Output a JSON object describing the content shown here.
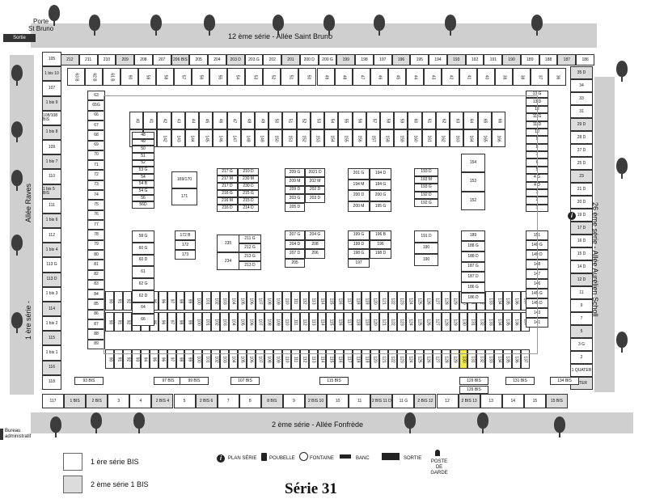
{
  "title": "Série 31",
  "roads": {
    "top": "12 ème série - Allée Saint Bruno",
    "bottom": "2 ème série - Allée Fonfrède",
    "left_vertical": "1 ère série -",
    "left_vertical2": "Allée Raves",
    "right_vertical": "26 ème série - Allée Aurélien Scholl"
  },
  "gate": {
    "line1": "Porte",
    "line2": "St Bruno",
    "exit": "Sortie"
  },
  "office": {
    "line1": "Bureau",
    "line2": "administratif"
  },
  "legend": {
    "items": [
      {
        "label": "1 ère série BIS",
        "color": "#ffffff"
      },
      {
        "label": "2 ème série 1 BIS",
        "color": "#dcdcdc"
      }
    ],
    "icons": [
      {
        "name": "info-icon",
        "label": "PLAN SÉRIE"
      },
      {
        "name": "trash-icon",
        "label": "POUBELLE"
      },
      {
        "name": "fountain-icon",
        "label": "FONTAINE"
      },
      {
        "name": "bench-icon",
        "label": "BANC"
      },
      {
        "name": "exit-icon",
        "label": "SORTIE"
      },
      {
        "name": "guard-icon",
        "label": "POSTE DE GARDE"
      }
    ]
  },
  "top_row": [
    "212",
    "211",
    "210",
    "209",
    "208",
    "207",
    "206 BIS",
    "205",
    "204",
    "203 D",
    "203 G",
    "202",
    "201",
    "200 D",
    "200 G",
    "199",
    "198",
    "197",
    "196",
    "195",
    "194",
    "193",
    "192",
    "191",
    "190",
    "189",
    "188",
    "187",
    "186"
  ],
  "left_col": [
    "105",
    "1 bis 10",
    "107",
    "1 bis 9",
    "108/108 BIS",
    "1 bis 8",
    "109",
    "1 bis 7",
    "110",
    "1 bis 5 BIS",
    "111",
    "1 bis 6",
    "112",
    "1 bis 4",
    "113 G",
    "113 D",
    "1 bis 3",
    "114",
    "1 bis 2",
    "115",
    "1 bis 1",
    "116",
    "118"
  ],
  "right_col": [
    "35 D",
    "34",
    "33",
    "31",
    "29 D",
    "28 D",
    "27 D",
    "25 D",
    "23",
    "21 D",
    "20 D",
    "19 D",
    "17 D",
    "16 D",
    "15 D",
    "14 D",
    "12 D",
    "11",
    "9",
    "7",
    "5",
    "3 G",
    "2",
    "1 QUATER",
    "1 TER"
  ],
  "bottom_row": [
    "117",
    "1 BIS",
    "2 BIS",
    "3",
    "4",
    "2 BIS 4",
    "5",
    "2 BIS 6",
    "7",
    "8",
    "8 BIS",
    "9",
    "2 BIS 10",
    "10",
    "11",
    "2 BIS 11 D",
    "11 G",
    "2 BIS 12",
    "12",
    "2 BIS 13",
    "13",
    "14",
    "15",
    "15 BIS"
  ],
  "second_row_top": [
    "63 B",
    "62 B",
    "61 B",
    "60",
    "59",
    "58",
    "57",
    "56",
    "55",
    "54",
    "53",
    "52",
    "51",
    "50",
    "49",
    "48",
    "47",
    "46",
    "45",
    "44",
    "43",
    "42",
    "41",
    "40",
    "39",
    "38",
    "37",
    "36"
  ],
  "inner_left": [
    "63",
    "65G",
    "66",
    "67",
    "68",
    "69",
    "70",
    "71",
    "72",
    "73",
    "74",
    "75",
    "76",
    "77",
    "78",
    "79",
    "80",
    "81",
    "82",
    "83",
    "84",
    "85",
    "86",
    "87",
    "88",
    "89"
  ],
  "inner_top_row": [
    "40",
    "41",
    "42",
    "43",
    "44",
    "45",
    "46",
    "47",
    "48",
    "49",
    "50",
    "51",
    "52",
    "53",
    "54",
    "55",
    "56",
    "57",
    "58",
    "59",
    "60",
    "61",
    "62",
    "63",
    "64",
    "65",
    "66"
  ],
  "inner_right": [
    "13 G",
    "13 D",
    "12",
    "11 G",
    "11 D",
    "10",
    "9",
    "8",
    "7",
    "6",
    "5",
    "4 G",
    "4 D",
    "3",
    "2",
    "1"
  ],
  "center_blocks": [
    {
      "id": "b1",
      "cells": [
        "48",
        "49",
        "50",
        "51",
        "52",
        "53 G",
        "54",
        "54 B",
        "54 G",
        "56",
        "56D"
      ]
    },
    {
      "id": "b2",
      "cells": [
        "169/170",
        "171"
      ]
    },
    {
      "id": "b3",
      "cells": [
        "217 G",
        "210 D",
        "217 M",
        "230 M",
        "217 D",
        "230 D",
        "216 G",
        "215 G",
        "216 M",
        "215 D",
        "216 D",
        "214 D"
      ]
    },
    {
      "id": "b4",
      "cells": [
        "209 G",
        "2021 D",
        "209 M",
        "202 M",
        "209 D",
        "202 D",
        "203 G",
        "203 D",
        "205 D"
      ]
    },
    {
      "id": "b5",
      "cells": [
        "201 G",
        "194 D",
        "194 M",
        "194 G",
        "200 D",
        "200 G",
        "200 M",
        "195 G"
      ]
    },
    {
      "id": "b6",
      "cells": [
        "193 D",
        "193 M",
        "193 G",
        "192 D",
        "192 G"
      ]
    },
    {
      "id": "b7",
      "cells": [
        "154",
        "153",
        "152"
      ]
    },
    {
      "id": "b8",
      "cells": [
        "58 G",
        "60 G",
        "60 D",
        "61",
        "62 G",
        "62 D",
        "64",
        "66"
      ]
    },
    {
      "id": "b9",
      "cells": [
        "172 B",
        "172",
        "173"
      ]
    },
    {
      "id": "b10",
      "cells": [
        "235",
        "234"
      ]
    },
    {
      "id": "b11",
      "cells": [
        "211 G",
        "212 G",
        "213 G",
        "213 D"
      ]
    },
    {
      "id": "b12",
      "cells": [
        "207 G",
        "204 G",
        "204 D",
        "208",
        "207 D",
        "206",
        "205"
      ]
    },
    {
      "id": "b13",
      "cells": [
        "199 G",
        "196 B",
        "199 D",
        "196",
        "198 G",
        "198 D",
        "197"
      ]
    },
    {
      "id": "b14",
      "cells": [
        "191 D",
        "190",
        "190"
      ]
    },
    {
      "id": "b15",
      "cells": [
        "189",
        "188 G",
        "188 D",
        "187 G",
        "187 D",
        "186 G",
        "186 D"
      ]
    },
    {
      "id": "b16",
      "cells": [
        "151",
        "149 G",
        "149 D",
        "148",
        "147",
        "146",
        "145 G",
        "145 D",
        "143",
        "141"
      ]
    }
  ],
  "bottom_inner_row": [
    "90",
    "91",
    "92",
    "93",
    "94",
    "95",
    "96",
    "97",
    "98",
    "99",
    "100",
    "101",
    "102",
    "103",
    "104",
    "105",
    "106",
    "107",
    "108",
    "109",
    "110",
    "111",
    "112",
    "113",
    "114",
    "115",
    "116",
    "117",
    "118",
    "119",
    "120",
    "121",
    "122",
    "123",
    "124",
    "125",
    "126",
    "127",
    "128",
    "129",
    "130",
    "131",
    "132",
    "133",
    "134",
    "135",
    "136",
    "137"
  ],
  "lower_labels": [
    "93 BIS",
    "97 BIS",
    "99 BIS",
    "107 BIS",
    "115 BIS",
    "129 BIS",
    "129 BIS",
    "131 BIS",
    "134 BIS"
  ]
}
